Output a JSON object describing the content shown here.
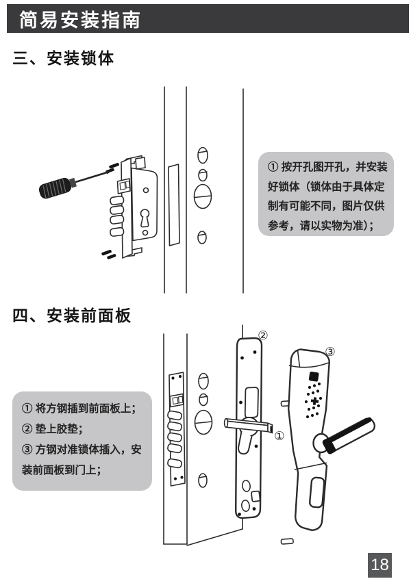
{
  "page": {
    "header_title": "简易安装指南",
    "page_number": "18"
  },
  "colors": {
    "header_bg": "#3a3a3c",
    "callout_bg": "#c6c6c8",
    "page_number_bg": "#57585a",
    "line_art": "#2b2b2b",
    "paper": "#ffffff"
  },
  "section_lock_body": {
    "title": "三、安装锁体",
    "callout_lines": [
      "① 按开孔图开孔，并安装",
      "好锁体（锁体由于具体定",
      "制有可能不同，图片仅供",
      "参考，请以实物为准）；"
    ]
  },
  "section_front_panel": {
    "title": "四、安装前面板",
    "callout_lines": [
      "① 将方钢插到前面板上；",
      "② 垫上胶垫；",
      "③ 方钢对准锁体插入，安",
      "装前面板到门上；"
    ],
    "figure_labels": {
      "front_panel": "②",
      "handle_assembly": "③",
      "square_spindle": "①"
    }
  }
}
